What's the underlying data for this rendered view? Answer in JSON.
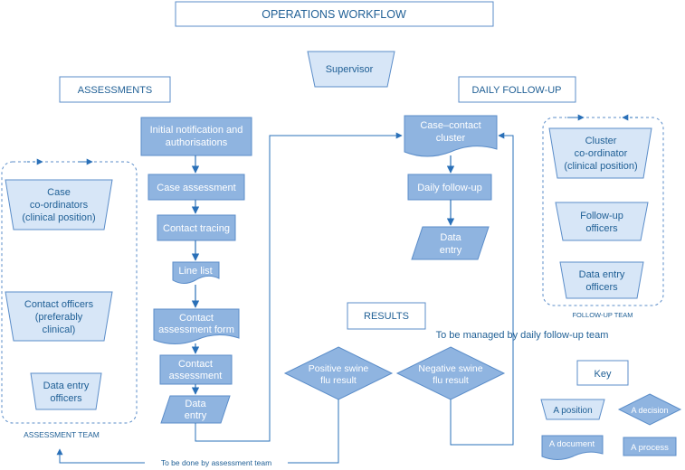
{
  "title": "OPERATIONS WORKFLOW",
  "supervisor": "Supervisor",
  "sections": {
    "assessments": "ASSESSMENTS",
    "daily_followup": "DAILY FOLLOW-UP",
    "results": "RESULTS"
  },
  "assessment_team": {
    "label": "ASSESSMENT TEAM",
    "positions": [
      [
        "Case",
        "co-ordinators",
        "(clinical position)"
      ],
      [
        "Contact officers",
        "(preferably",
        "clinical)"
      ],
      [
        "Data entry",
        "officers"
      ]
    ]
  },
  "followup_team": {
    "label": "FOLLOW-UP TEAM",
    "positions": [
      [
        "Cluster",
        "co-ordinator",
        "(clinical position)"
      ],
      [
        "Follow-up",
        "officers"
      ],
      [
        "Data entry",
        "officers"
      ]
    ]
  },
  "assessment_flow": {
    "initial_notification": [
      "Initial notification and",
      "authorisations"
    ],
    "case_assessment": "Case assessment",
    "contact_tracing": "Contact tracing",
    "line_list": "Line list",
    "contact_assessment_form": [
      "Contact",
      "assessment form"
    ],
    "contact_assessment": [
      "Contact",
      "assessment"
    ],
    "data_entry": [
      "Data",
      "entry"
    ]
  },
  "followup_flow": {
    "case_contact_cluster": [
      "Case–contact",
      "cluster"
    ],
    "daily_followup": "Daily follow-up",
    "data_entry": [
      "Data",
      "entry"
    ]
  },
  "decisions": {
    "positive": [
      "Positive swine",
      "flu result"
    ],
    "negative": [
      "Negative swine",
      "flu result"
    ]
  },
  "notes": {
    "managed_by_followup": "To be managed by daily follow-up team",
    "done_by_assessment": "To be done by assessment team"
  },
  "key": {
    "title": "Key",
    "position": "A position",
    "decision": "A decision",
    "document": "A document",
    "process": "A process"
  },
  "colors": {
    "fill": "#8fb4e0",
    "fill_light": "#d7e6f7",
    "stroke": "#5b8dc9",
    "text_dark": "#1f5f95",
    "arrow": "#2a70b8"
  }
}
